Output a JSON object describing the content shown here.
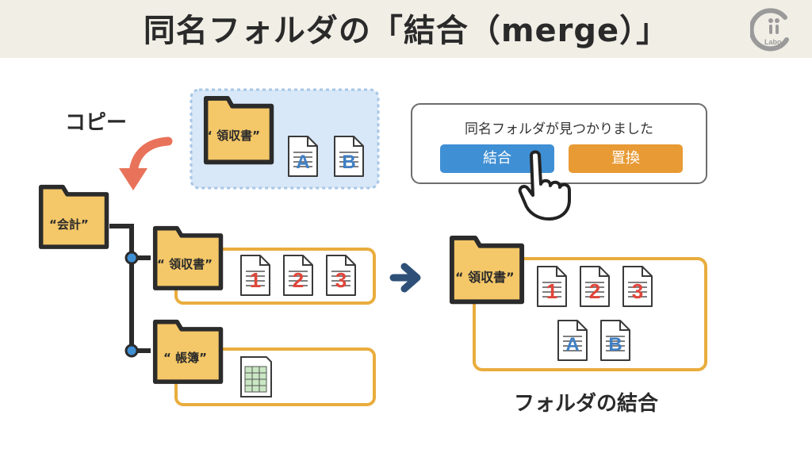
{
  "header": {
    "title": "同名フォルダの「結合（merge）」",
    "logo_text": "Chii Labo"
  },
  "copy_label": "コピー",
  "folders": {
    "copied_receipts": "“ 領収書”",
    "accounting": "“会計”",
    "receipts": "“ 領収書”",
    "ledger": "“ 帳簿”",
    "merged_receipts": "“ 領収書”"
  },
  "documents": {
    "copied": [
      "A",
      "B"
    ],
    "receipts": [
      "1",
      "2",
      "3"
    ],
    "merged_top": [
      "1",
      "2",
      "3"
    ],
    "merged_bottom": [
      "A",
      "B"
    ]
  },
  "dialog": {
    "message": "同名フォルダが見つかりました",
    "merge_label": "結合",
    "replace_label": "置換"
  },
  "merge_caption": "フォルダの結合",
  "colors": {
    "folder_fill": "#f4c768",
    "folder_stroke": "#2b2b2b",
    "accent_orange": "#e9ad3e",
    "copy_arrow": "#e8735a",
    "merge_blue": "#3f8fd4",
    "replace_orange": "#e89a34",
    "num_red": "#e0453a",
    "letter_blue": "#3f7fc4",
    "dropzone_fill": "#d8e8f8"
  }
}
